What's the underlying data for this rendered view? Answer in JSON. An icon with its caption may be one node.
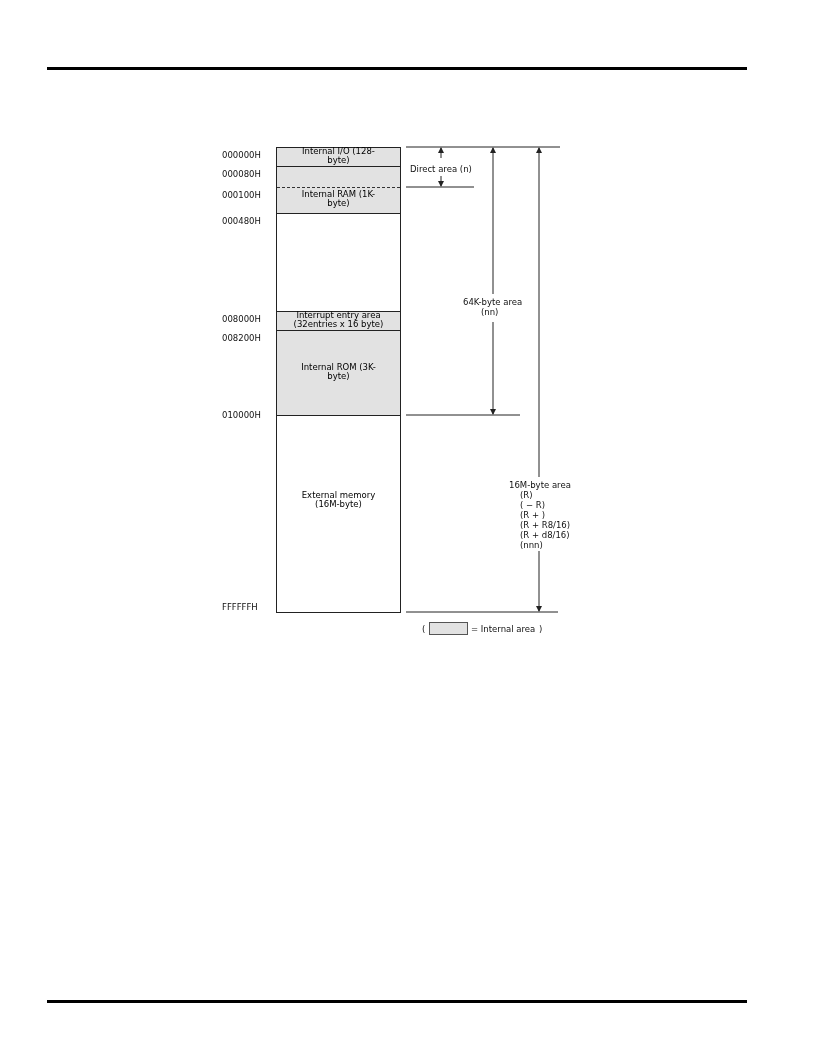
{
  "diagram": {
    "nodes": [
      {
        "text": [
          "Internal I/O (128-byte)"
        ]
      },
      {
        "text": [
          "Internal RAM (1K-byte)"
        ]
      },
      {
        "text": [],
        "shape": "box"
      },
      {
        "text": [
          "Interrupt entry area (32entries x 16 byte)"
        ]
      },
      {
        "text": [
          "Internal ROM (3K-byte)"
        ]
      },
      {
        "text": [
          "External memory (16M-byte)"
        ]
      }
    ],
    "edges": [],
    "labels": [
      "000000H",
      "000080H",
      "Direct area (n)",
      "000100H",
      "000480H",
      "64K-byte area",
      "(nn)",
      "008000H",
      "008200H",
      "010000H",
      "16M-byte area",
      "(R)",
      "( − R)",
      "(R + )",
      "(R + R8/16)",
      "(R + d8/16)",
      "(nnn)",
      "FFFFFFH",
      "(",
      ")"
    ],
    "legend": [
      {
        "text": "= Internal area",
        "color": "#e2e2e2"
      }
    ]
  }
}
